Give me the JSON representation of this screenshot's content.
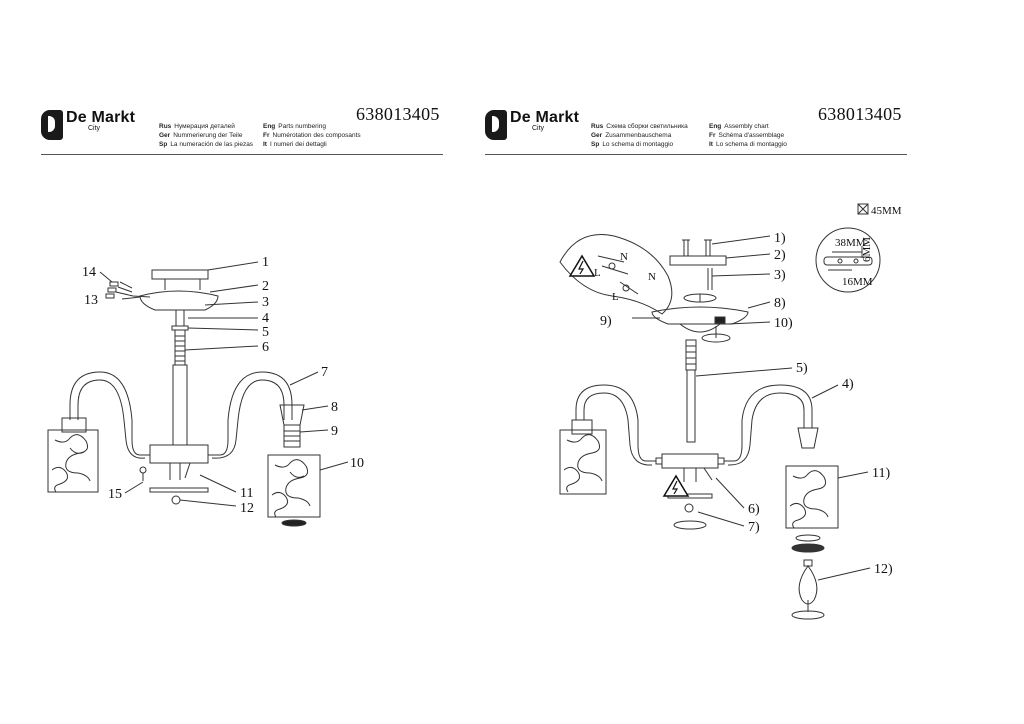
{
  "brand": {
    "name": "De Markt",
    "sub": "City"
  },
  "article_code": "638013405",
  "left_sheet": {
    "translations": [
      {
        "lang": "Rus",
        "text": "Нумерация деталей"
      },
      {
        "lang": "Eng",
        "text": "Parts numbering"
      },
      {
        "lang": "Ger",
        "text": "Nummerierung der Teile"
      },
      {
        "lang": "Fr",
        "text": "Numérotation des composants"
      },
      {
        "lang": "Sp",
        "text": "La numeración de las piezas"
      },
      {
        "lang": "It",
        "text": "I numeri dei dettagli"
      }
    ],
    "callouts": [
      "1",
      "2",
      "3",
      "4",
      "5",
      "6",
      "7",
      "8",
      "9",
      "10",
      "11",
      "12",
      "13",
      "14",
      "15"
    ]
  },
  "right_sheet": {
    "translations": [
      {
        "lang": "Rus",
        "text": "Схема сборки светильника"
      },
      {
        "lang": "Eng",
        "text": "Assembly chart"
      },
      {
        "lang": "Ger",
        "text": "Zusammenbauschema"
      },
      {
        "lang": "Fr",
        "text": "Schéma d'assemblage"
      },
      {
        "lang": "Sp",
        "text": "Lo schema di montaggio"
      },
      {
        "lang": "It",
        "text": "Lo schema di montaggio"
      }
    ],
    "callouts": [
      "1)",
      "2)",
      "3)",
      "4)",
      "5)",
      "6)",
      "7)",
      "8)",
      "9)",
      "10)",
      "11)",
      "12)"
    ],
    "dimensions": {
      "overall": "45MM",
      "width": "38MM",
      "depth": "6MM",
      "hole": "16MM"
    },
    "wiring": {
      "neutral": "N",
      "live": "L"
    }
  }
}
